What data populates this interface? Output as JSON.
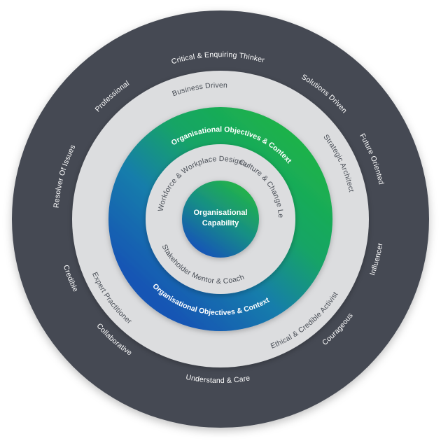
{
  "core": {
    "line1": "Organisational",
    "line2": "Capability"
  },
  "band": {
    "top": "Organisational Objectives & Context",
    "bottom": "Organisational Objectives & Context"
  },
  "inner_ring": {
    "workforce": "Workforce & Workplace Designer",
    "culture": "Culture & Change Leader",
    "stakeholder": "Stakeholder Mentor & Coach"
  },
  "middle_ring": {
    "business_driven": "Business Driven",
    "strategic_architect": "Strategic Architect",
    "ethical_activist": "Ethical & Credible Activist",
    "expert_practitioner": "Expert Practitioner"
  },
  "outer_ring": {
    "critical_thinker": "Critical & Enquiring Thinker",
    "solutions_driven": "Solutions Driven",
    "future_oriented": "Future Oriented",
    "influencer": "Influencer",
    "courageous": "Courageous",
    "understand_care": "Understand & Care",
    "collaborative": "Collaborative",
    "credible": "Credible",
    "resolver_of_issues": "Resolver Of Issues",
    "professional": "Professional"
  },
  "colors": {
    "outer_ring": "#454a53",
    "middle_ring": "#dcdddf",
    "inner_ring": "#dcdddf",
    "green": "#1fb04a",
    "blue": "#1463b4"
  }
}
